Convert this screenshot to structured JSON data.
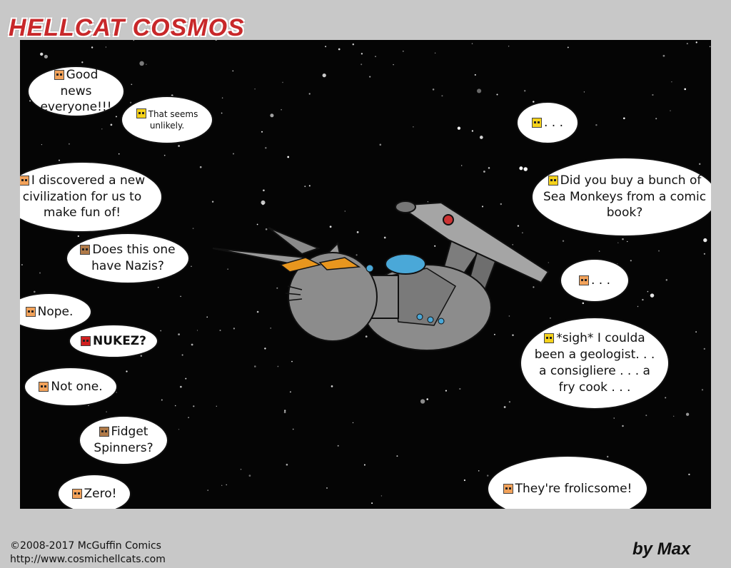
{
  "comic": {
    "title": "HELLCAT COSMOS",
    "byline": "by Max",
    "copyright": "©2008-2017 McGuffin Comics",
    "url": "http://www.cosmichellcats.com"
  },
  "bubbles": [
    {
      "id": "b1",
      "speaker_icon": "orange-cat-face-icon",
      "text": "Good news everyone!!!"
    },
    {
      "id": "b2",
      "speaker_icon": "yellow-cat-face-icon",
      "text": "That seems unlikely."
    },
    {
      "id": "b3",
      "speaker_icon": "orange-cat-face-icon",
      "text": "I discovered a new civilization for us to make fun of!"
    },
    {
      "id": "b4",
      "speaker_icon": "brown-cat-face-icon",
      "text": "Does this one have Nazis?"
    },
    {
      "id": "b5",
      "speaker_icon": "orange-cat-face-icon",
      "text": "Nope."
    },
    {
      "id": "b6",
      "speaker_icon": "red-cat-face-icon",
      "text": "NUKEZ?"
    },
    {
      "id": "b7",
      "speaker_icon": "orange-cat-face-icon",
      "text": "Not one."
    },
    {
      "id": "b8",
      "speaker_icon": "brown-cat-face-icon",
      "text": "Fidget Spinners?"
    },
    {
      "id": "b9",
      "speaker_icon": "orange-cat-face-icon",
      "text": "Zero!"
    },
    {
      "id": "b10",
      "speaker_icon": "yellow-cat-face-icon",
      "text": ". . ."
    },
    {
      "id": "b11",
      "speaker_icon": "yellow-cat-face-icon",
      "text": "Did you buy a bunch of Sea Monkeys from a comic book?"
    },
    {
      "id": "b12",
      "speaker_icon": "orange-cat-face-icon",
      "text": ". . ."
    },
    {
      "id": "b13",
      "speaker_icon": "yellow-cat-face-icon",
      "text": "*sigh* I coulda been a geologist. . . a consigliere . . . a fry cook . . ."
    },
    {
      "id": "b14",
      "speaker_icon": "orange-cat-face-icon",
      "text": "They're frolicsome!"
    }
  ],
  "colors": {
    "title": "#c8282a",
    "space": "#050505",
    "ship_hull": "#8c8c8c",
    "ship_visor": "#e8961e",
    "ship_dome": "#4aa8d8"
  }
}
